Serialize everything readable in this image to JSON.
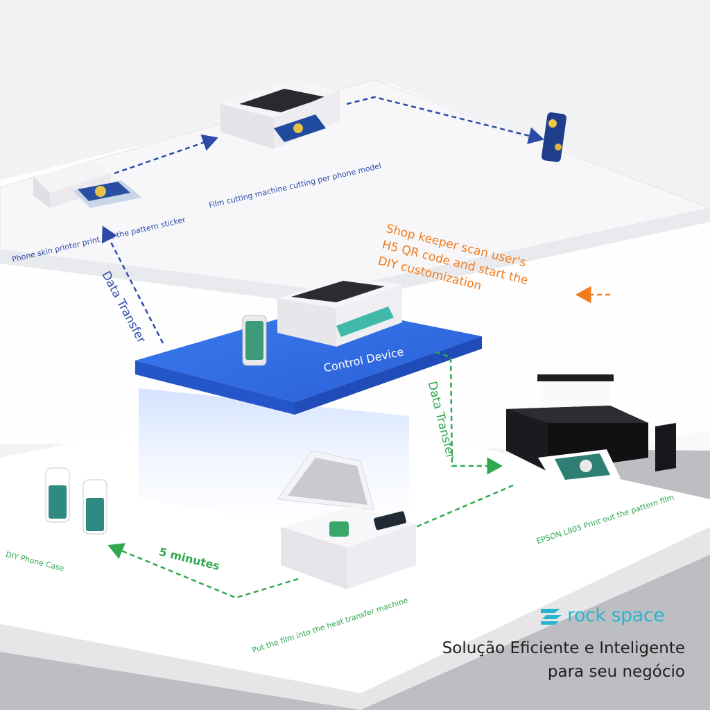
{
  "labels": {
    "phone_skin_printer": "Phone skin printer print out the pattern sticker",
    "film_cutting": "Film cutting machine cutting per phone model",
    "shop_keeper": [
      "Shop keeper scan user's",
      "H5 QR code and start the",
      "DIY customization"
    ],
    "data_transfer_left": "Data Transfer",
    "data_transfer_right": "Data Transfer",
    "control_device": "Control Device",
    "epson": "EPSON L805 Print out the pattern film",
    "five_minutes": "5 minutes",
    "diy_case": "DIY Phone Case",
    "heat_transfer": "Put the film into the heat transfer machine"
  },
  "brand": {
    "name": "rock space",
    "tagline_line1": "Solução Eficiente e Inteligente",
    "tagline_line2": "para seu negócio"
  },
  "colors": {
    "blue_arrow": "#2d4aa8",
    "green_arrow": "#2fa84f",
    "orange": "#f07c1c",
    "platform": "#2f6fe8",
    "brand": "#29b5cf"
  }
}
